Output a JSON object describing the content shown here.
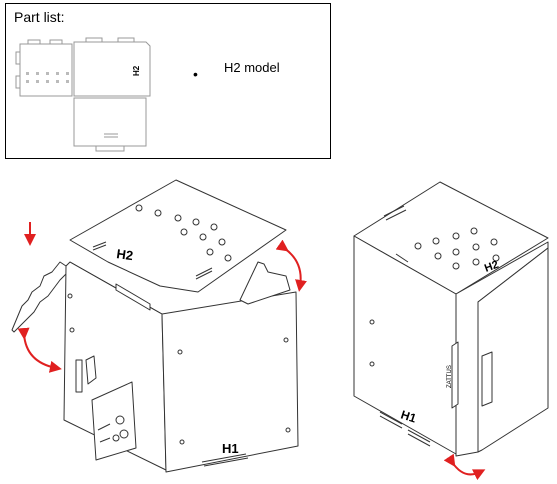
{
  "parts_box": {
    "title": "Part list:",
    "bullet": "•",
    "model": "H2 model",
    "panel_label": "H2"
  },
  "left_assembly": {
    "top_panel_label": "H2",
    "front_panel_label": "H1"
  },
  "right_assembly": {
    "top_panel_label": "H2",
    "front_panel_label": "H1",
    "side_text": "ZATTUS"
  },
  "colors": {
    "line": "#333333",
    "thin_line": "#888888",
    "arrow": "#e02020",
    "text": "#000000"
  }
}
